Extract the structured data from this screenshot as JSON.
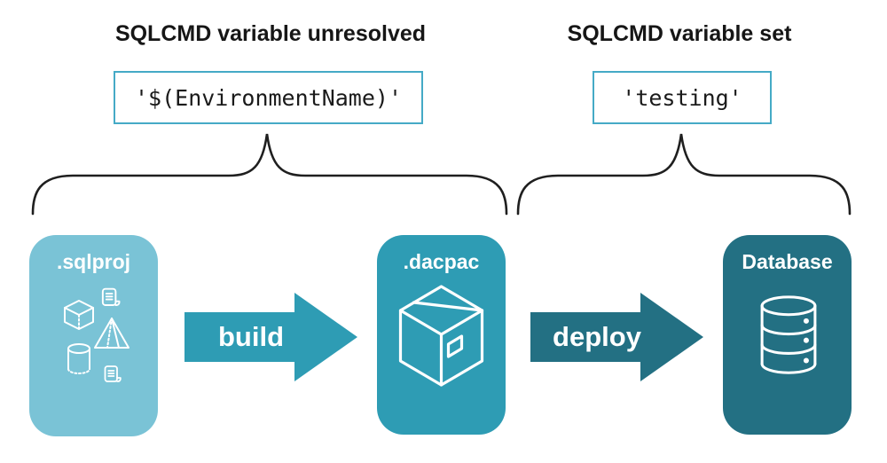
{
  "diagram": {
    "annotations": {
      "unresolved": {
        "title": "SQLCMD variable unresolved",
        "code": "'$(EnvironmentName)'"
      },
      "set": {
        "title": "SQLCMD variable set",
        "code": "'testing'"
      }
    },
    "stages": [
      {
        "label": ".sqlproj",
        "color": "#7ac3d6",
        "icon": "sql-objects"
      },
      {
        "label": ".dacpac",
        "color": "#2e9cb4",
        "icon": "package"
      },
      {
        "label": "Database",
        "color": "#237083",
        "icon": "database"
      }
    ],
    "arrows": [
      {
        "label": "build",
        "color": "#2e9cb4"
      },
      {
        "label": "deploy",
        "color": "#237083"
      }
    ],
    "colors": {
      "code_box_border": "#45aac6",
      "brace_stroke": "#1f1f1f",
      "heading_text": "#161616",
      "code_text": "#1a1a1a",
      "stage_label_text": "#ffffff"
    }
  }
}
